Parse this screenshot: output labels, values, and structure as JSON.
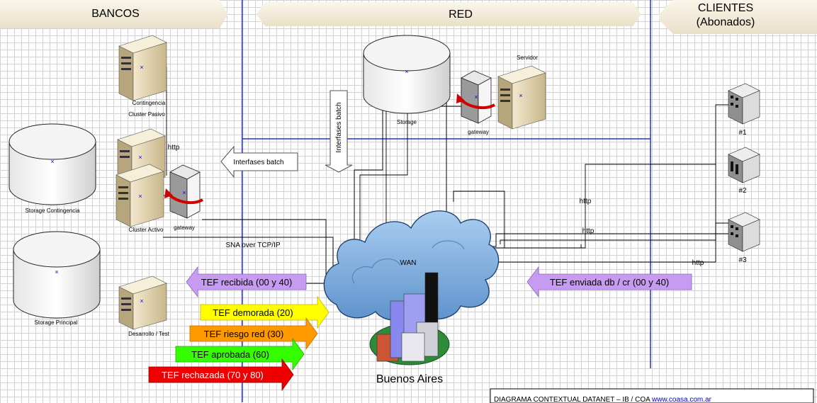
{
  "header": {
    "bancos": "BANCOS",
    "red": "RED",
    "clientes_line1": "CLIENTES",
    "clientes_line2": "(Abonados)"
  },
  "banks": {
    "contingencia": "Contingencia",
    "cluster_pasivo": "Cluster Pasivo",
    "cluster_activo": "Cluster Activo",
    "gateway": "gateway",
    "storage_contingencia": "Storage Contingencia",
    "storage_principal": "Storage Principal",
    "desarrollo_test": "Desarrollo / Test",
    "http": "http",
    "sna": "SNA  over  TCP/IP"
  },
  "network": {
    "storage": "Storage",
    "servidor": "Servidor",
    "gateway": "gateway",
    "interfases_batch_vertical": "Interfases batch",
    "interfases_batch_arrow": "Interfases batch",
    "wan": "WAN",
    "city": "Buenos Aires"
  },
  "clients": {
    "c1": "#1",
    "c2": "#2",
    "c3": "#3",
    "http1": "http",
    "http2": "http",
    "http3": "http"
  },
  "tef": {
    "recibida": "TEF recibida (00 y 40)",
    "demorada": "TEF demorada (20)",
    "riesgo": "TEF riesgo red (30)",
    "aprobada": "TEF aprobada (60)",
    "rechazada": "TEF rechazada (70 y 80)",
    "enviada": "TEF enviada db / cr (00 y 40)"
  },
  "colors": {
    "recibida": "#c79bf2",
    "demorada": "#ffff00",
    "riesgo": "#ff9900",
    "aprobada": "#33ff00",
    "rechazada": "#ee0000",
    "enviada": "#c79bf2",
    "cloud": "#7fb3e6",
    "region_line": "#2233cc"
  },
  "footer": {
    "title": "DIAGRAMA CONTEXTUAL DATANET – IB  / COA ",
    "link": "www.coasa.com.ar"
  }
}
